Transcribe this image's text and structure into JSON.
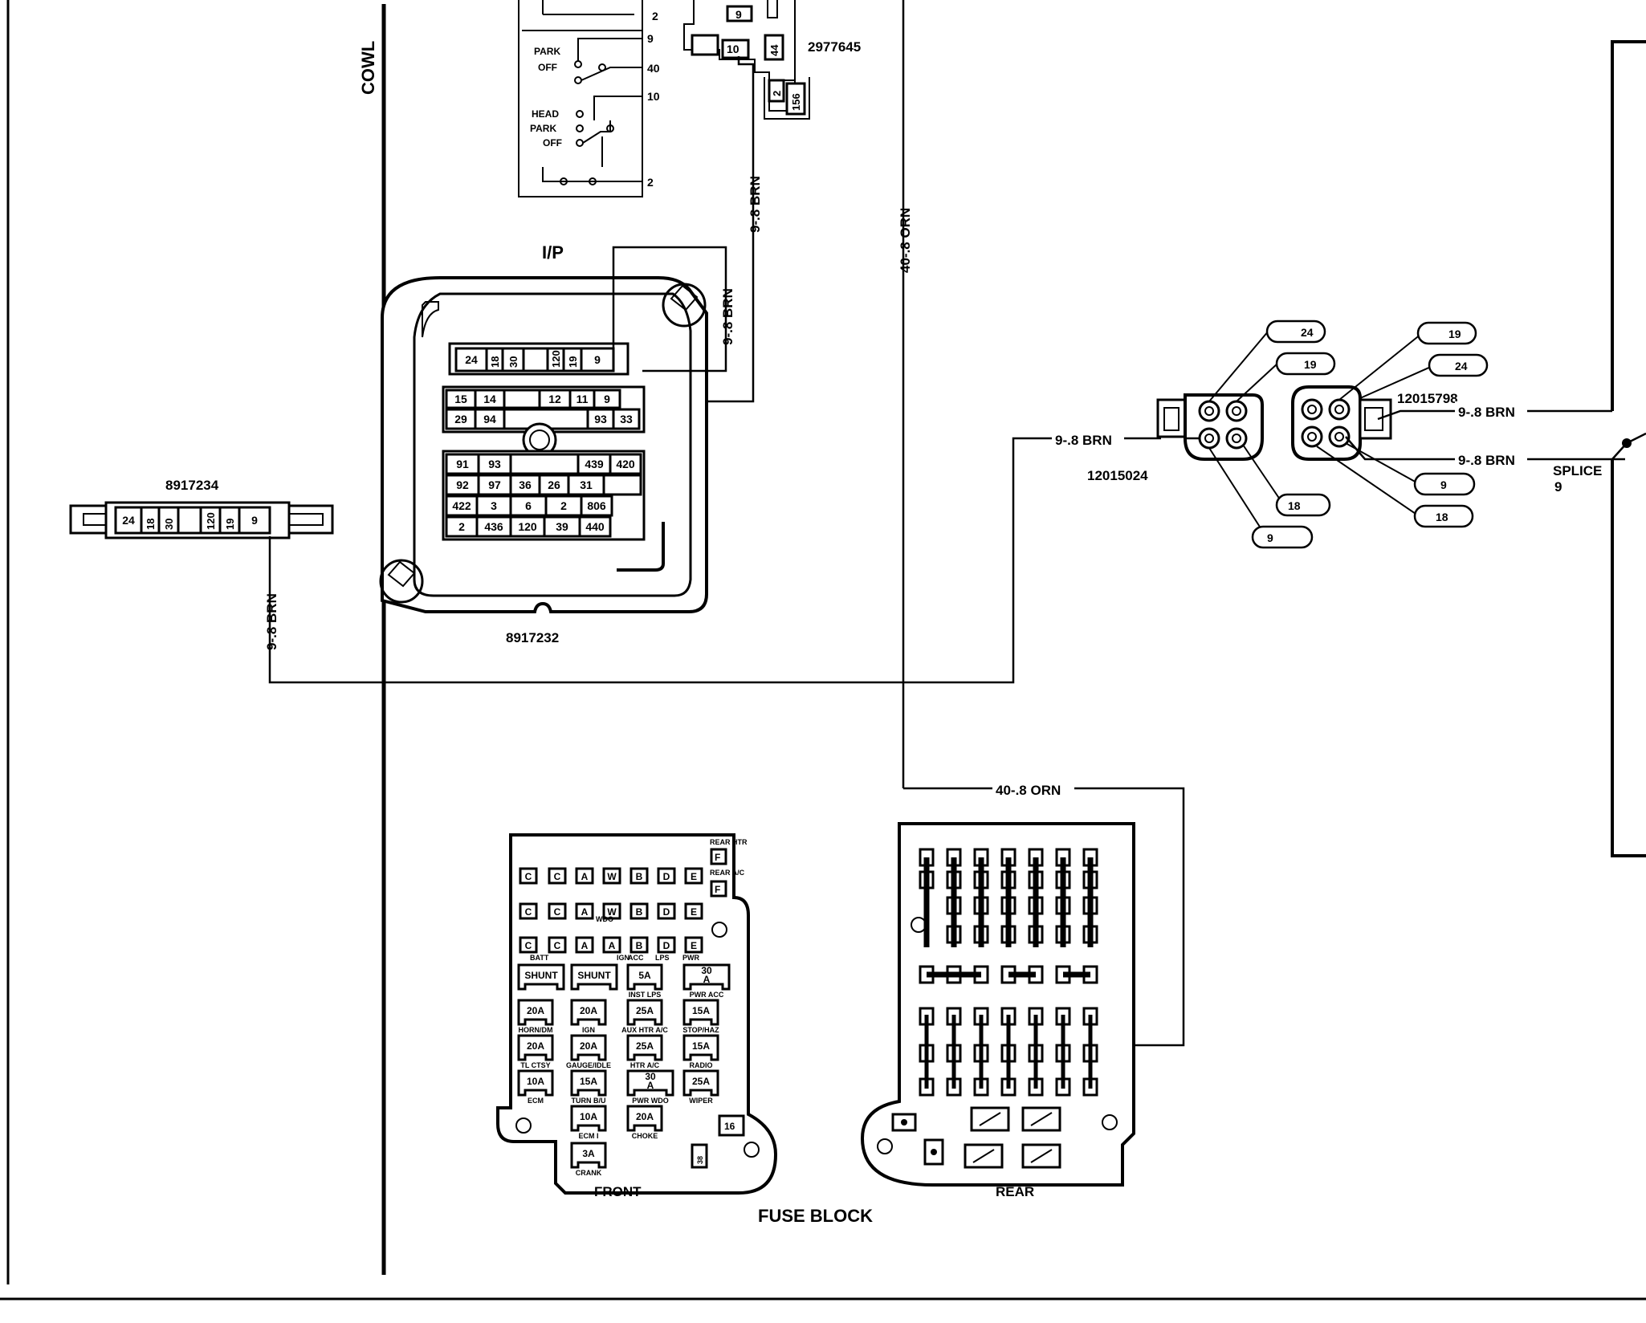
{
  "labels": {
    "cowl": "COWL",
    "ip": "I/P",
    "fuse_block": "FUSE BLOCK",
    "front": "FRONT",
    "rear": "REAR",
    "splice": "SPLICE",
    "splice_num": "9"
  },
  "part_numbers": {
    "switch": "2977645",
    "left_connector": "8917234",
    "ip_connector": "8917232",
    "conn_a": "12015024",
    "conn_b": "12015798"
  },
  "wires": {
    "brn": "9-.8 BRN",
    "orn": "40-.8 ORN"
  },
  "switch_panel": {
    "park": "PARK",
    "off": "OFF",
    "head": "HEAD",
    "terminals": [
      "2",
      "9",
      "40",
      "10",
      "2"
    ],
    "connector_pins": [
      "9",
      "10",
      "44",
      "2",
      "156"
    ]
  },
  "left_connector_pins": [
    "24",
    "18",
    "30",
    "",
    "120",
    "19",
    "9"
  ],
  "ip_connector": {
    "row1": [
      "24",
      "18",
      "30",
      "",
      "120",
      "19",
      "9"
    ],
    "row2": [
      "15",
      "14",
      "",
      "12",
      "11",
      "9"
    ],
    "row3": [
      "29",
      "94",
      "",
      "93",
      "33"
    ],
    "row4": [
      "91",
      "93",
      "",
      "439",
      "420"
    ],
    "row5": [
      "92",
      "97",
      "36",
      "26",
      "31",
      ""
    ],
    "row6": [
      "422",
      "3",
      "6",
      "2",
      "806"
    ],
    "row7": [
      "2",
      "436",
      "120",
      "39",
      "440"
    ]
  },
  "conn_a_pins": [
    "24",
    "19",
    "18",
    "9"
  ],
  "conn_b_pins": [
    "19",
    "24",
    "9",
    "18"
  ],
  "fuse_front": {
    "letter_rows": [
      [
        "C",
        "C",
        "A",
        "W",
        "B",
        "D",
        "E"
      ],
      [
        "C",
        "C",
        "A",
        "W",
        "B",
        "D",
        "E"
      ],
      [
        "C",
        "C",
        "A",
        "A",
        "B",
        "D",
        "E"
      ]
    ],
    "side_f": [
      "F",
      "F"
    ],
    "rear_htr": "REAR HTR",
    "rear_ac": "REAR A/C",
    "wdo": "WDO",
    "captions": {
      "batt": "BATT",
      "ign": "IGN",
      "acc": "ACC",
      "lps": "LPS",
      "pwr": "PWR"
    },
    "fuses": [
      {
        "v": "SHUNT",
        "cap": ""
      },
      {
        "v": "SHUNT",
        "cap": ""
      },
      {
        "v": "5A",
        "cap": "INST LPS"
      },
      {
        "v": "30 A",
        "cap": "PWR ACC"
      },
      {
        "v": "20A",
        "cap": "HORN/DM"
      },
      {
        "v": "20A",
        "cap": "IGN"
      },
      {
        "v": "25A",
        "cap": "AUX HTR A/C"
      },
      {
        "v": "15A",
        "cap": "STOP/HAZ"
      },
      {
        "v": "20A",
        "cap": "TL CTSY"
      },
      {
        "v": "20A",
        "cap": "GAUGE/IDLE"
      },
      {
        "v": "25A",
        "cap": "HTR A/C"
      },
      {
        "v": "15A",
        "cap": "RADIO"
      },
      {
        "v": "10A",
        "cap": "ECM"
      },
      {
        "v": "15A",
        "cap": "TURN B/U"
      },
      {
        "v": "30 A",
        "cap": "PWR WDO"
      },
      {
        "v": "25A",
        "cap": "WIPER"
      },
      {
        "v": "10A",
        "cap": "ECM I"
      },
      {
        "v": "20A",
        "cap": "CHOKE"
      },
      {
        "v": "3A",
        "cap": "CRANK"
      }
    ],
    "extra": [
      "16",
      "38"
    ]
  }
}
